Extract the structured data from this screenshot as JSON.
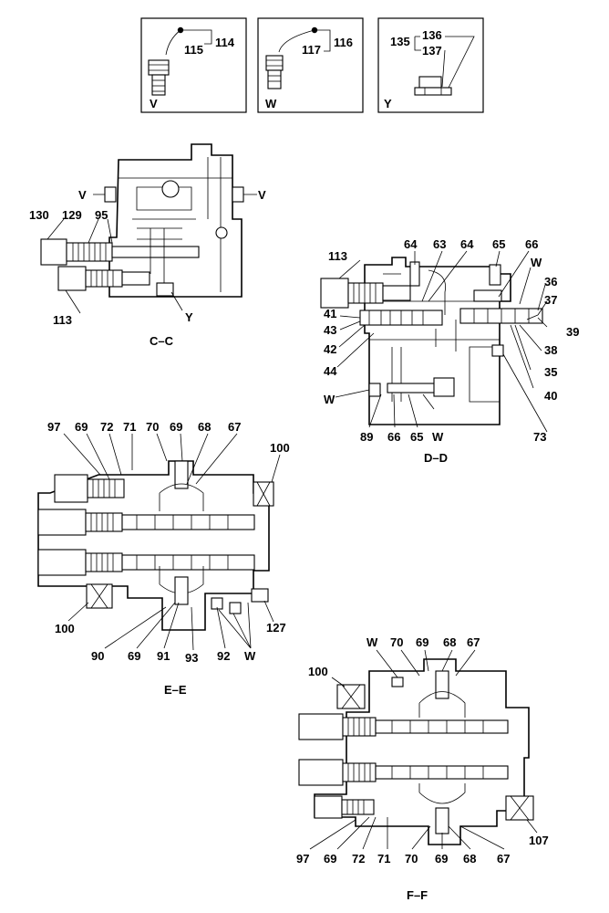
{
  "insets": {
    "v": {
      "letter": "V",
      "labels": {
        "a": "114",
        "b": "115"
      }
    },
    "w": {
      "letter": "W",
      "labels": {
        "a": "116",
        "b": "117"
      }
    },
    "y": {
      "letter": "Y",
      "labels": {
        "a": "135",
        "b": "136",
        "c": "137"
      }
    }
  },
  "views": {
    "cc": {
      "title": "C–C",
      "labels": {
        "v_left": "V",
        "v_right": "V",
        "l130": "130",
        "l129": "129",
        "l95": "95",
        "l113": "113",
        "y": "Y"
      }
    },
    "dd": {
      "title": "D–D",
      "labels": {
        "l113": "113",
        "l64a": "64",
        "l63": "63",
        "l64b": "64",
        "l65a": "65",
        "l66a": "66",
        "w_top": "W",
        "l36": "36",
        "l37": "37",
        "l39": "39",
        "l41": "41",
        "l43": "43",
        "l42": "42",
        "l44": "44",
        "l38": "38",
        "l35": "35",
        "l40": "40",
        "w_left": "W",
        "l89": "89",
        "l66b": "66",
        "l65b": "65",
        "w_bottom": "W",
        "l73": "73"
      }
    },
    "ee": {
      "title": "E–E",
      "labels": {
        "l97": "97",
        "l69a": "69",
        "l72": "72",
        "l71": "71",
        "l70": "70",
        "l69b": "69",
        "l68": "68",
        "l67": "67",
        "l100a": "100",
        "l100b": "100",
        "l127": "127",
        "l90": "90",
        "l69c": "69",
        "l91": "91",
        "l93": "93",
        "l92": "92",
        "w": "W"
      }
    },
    "ff": {
      "title": "F–F",
      "labels": {
        "w": "W",
        "l70a": "70",
        "l69a": "69",
        "l68a": "68",
        "l67a": "67",
        "l100": "100",
        "l107": "107",
        "l97": "97",
        "l69b": "69",
        "l72": "72",
        "l71": "71",
        "l70b": "70",
        "l69c": "69",
        "l68b": "68",
        "l67b": "67"
      }
    }
  }
}
